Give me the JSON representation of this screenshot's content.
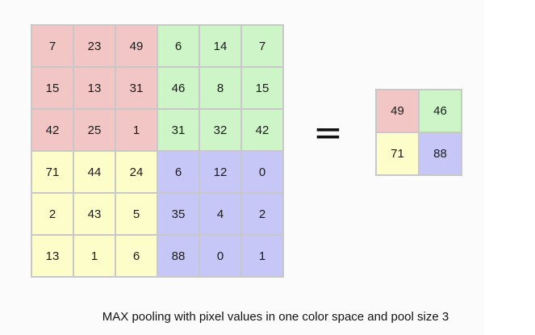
{
  "colors": {
    "red": "#f3c6c6",
    "green": "#cdf5c8",
    "yellow": "#fdfdc9",
    "blue": "#c6c6f7"
  },
  "input_grid": {
    "rows": [
      [
        7,
        23,
        49,
        6,
        14,
        7
      ],
      [
        15,
        13,
        31,
        46,
        8,
        15
      ],
      [
        42,
        25,
        1,
        31,
        32,
        42
      ],
      [
        71,
        44,
        24,
        6,
        12,
        0
      ],
      [
        2,
        43,
        5,
        35,
        4,
        2
      ],
      [
        13,
        1,
        6,
        88,
        0,
        1
      ]
    ],
    "quadrant_colors": [
      [
        "red",
        "green"
      ],
      [
        "yellow",
        "blue"
      ]
    ]
  },
  "equals_sign": "=",
  "output_grid": {
    "rows": [
      [
        49,
        46
      ],
      [
        71,
        88
      ]
    ],
    "colors": [
      [
        "red",
        "green"
      ],
      [
        "yellow",
        "blue"
      ]
    ]
  },
  "caption": "MAX pooling with pixel values in one color space and pool size 3"
}
